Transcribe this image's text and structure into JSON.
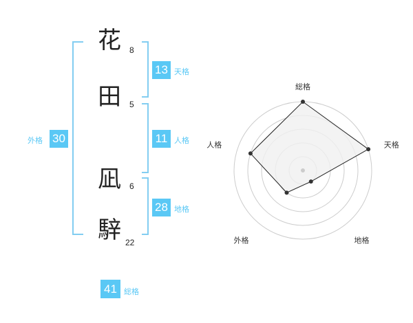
{
  "name": {
    "chars": [
      {
        "char": "花",
        "strokes": "8"
      },
      {
        "char": "田",
        "strokes": "5"
      },
      {
        "char": "凪",
        "strokes": "6"
      },
      {
        "char": "騂",
        "strokes": "22"
      }
    ]
  },
  "fortunes": {
    "tenkaku": {
      "value": "13",
      "label": "天格"
    },
    "jinkaku": {
      "value": "11",
      "label": "人格"
    },
    "chikaku": {
      "value": "28",
      "label": "地格"
    },
    "gaikaku": {
      "value": "30",
      "label": "外格"
    },
    "soukaku": {
      "value": "41",
      "label": "総格"
    }
  },
  "radar": {
    "axes": [
      "総格",
      "天格",
      "地格",
      "外格",
      "人格"
    ],
    "levels": 5,
    "scores": [
      5,
      5,
      1,
      2,
      4
    ],
    "max": 5
  },
  "colors": {
    "accent": "#5ac8f5",
    "bracket": "#82cdf1",
    "radar_fill": "#f0f0f0",
    "radar_stroke": "#222222"
  }
}
